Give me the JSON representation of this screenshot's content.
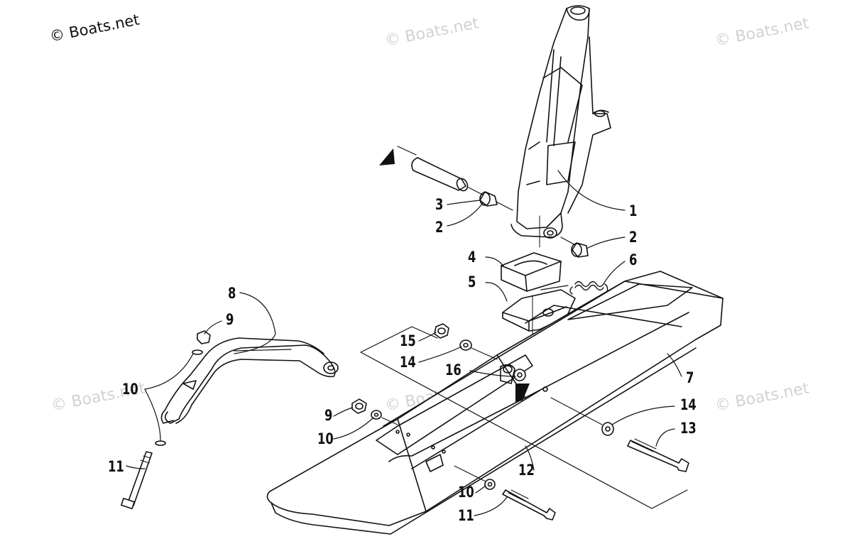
{
  "watermark": {
    "main": "© Boats.net",
    "repeat": "© Boats.net"
  },
  "callouts": [
    {
      "id": "c1",
      "label": "1"
    },
    {
      "id": "c2a",
      "label": "2"
    },
    {
      "id": "c2b",
      "label": "2"
    },
    {
      "id": "c3",
      "label": "3"
    },
    {
      "id": "c4",
      "label": "4"
    },
    {
      "id": "c5",
      "label": "5"
    },
    {
      "id": "c6",
      "label": "6"
    },
    {
      "id": "c7",
      "label": "7"
    },
    {
      "id": "c8",
      "label": "8"
    },
    {
      "id": "c9a",
      "label": "9"
    },
    {
      "id": "c9b",
      "label": "9"
    },
    {
      "id": "c10a",
      "label": "10"
    },
    {
      "id": "c10b",
      "label": "10"
    },
    {
      "id": "c10c",
      "label": "10"
    },
    {
      "id": "c11a",
      "label": "11"
    },
    {
      "id": "c11b",
      "label": "11"
    },
    {
      "id": "c12",
      "label": "12"
    },
    {
      "id": "c13",
      "label": "13"
    },
    {
      "id": "c14a",
      "label": "14"
    },
    {
      "id": "c14b",
      "label": "14"
    },
    {
      "id": "c15",
      "label": "15"
    },
    {
      "id": "c16",
      "label": "16"
    }
  ]
}
